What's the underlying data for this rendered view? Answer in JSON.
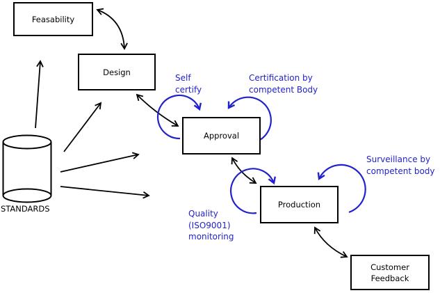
{
  "colors": {
    "line": "#000000",
    "annotation": "#2222cc",
    "box_fill": "#ffffff"
  },
  "nodes": {
    "feasability": {
      "label": "Feasability"
    },
    "design": {
      "label": "Design"
    },
    "approval": {
      "label": "Approval"
    },
    "production": {
      "label": "Production"
    },
    "customer_feedback": {
      "line1": "Customer",
      "line2": "Feedback"
    }
  },
  "datastore": {
    "label": "STANDARDS"
  },
  "annotations": {
    "self_certify": {
      "line1": "Self",
      "line2": "certify"
    },
    "certification": {
      "line1": "Certification by",
      "line2": "competent Body"
    },
    "surveillance": {
      "line1": "Surveillance by",
      "line2": "competent body"
    },
    "quality": {
      "line1": "Quality",
      "line2": "(ISO9001)",
      "line3": "monitoring"
    }
  }
}
